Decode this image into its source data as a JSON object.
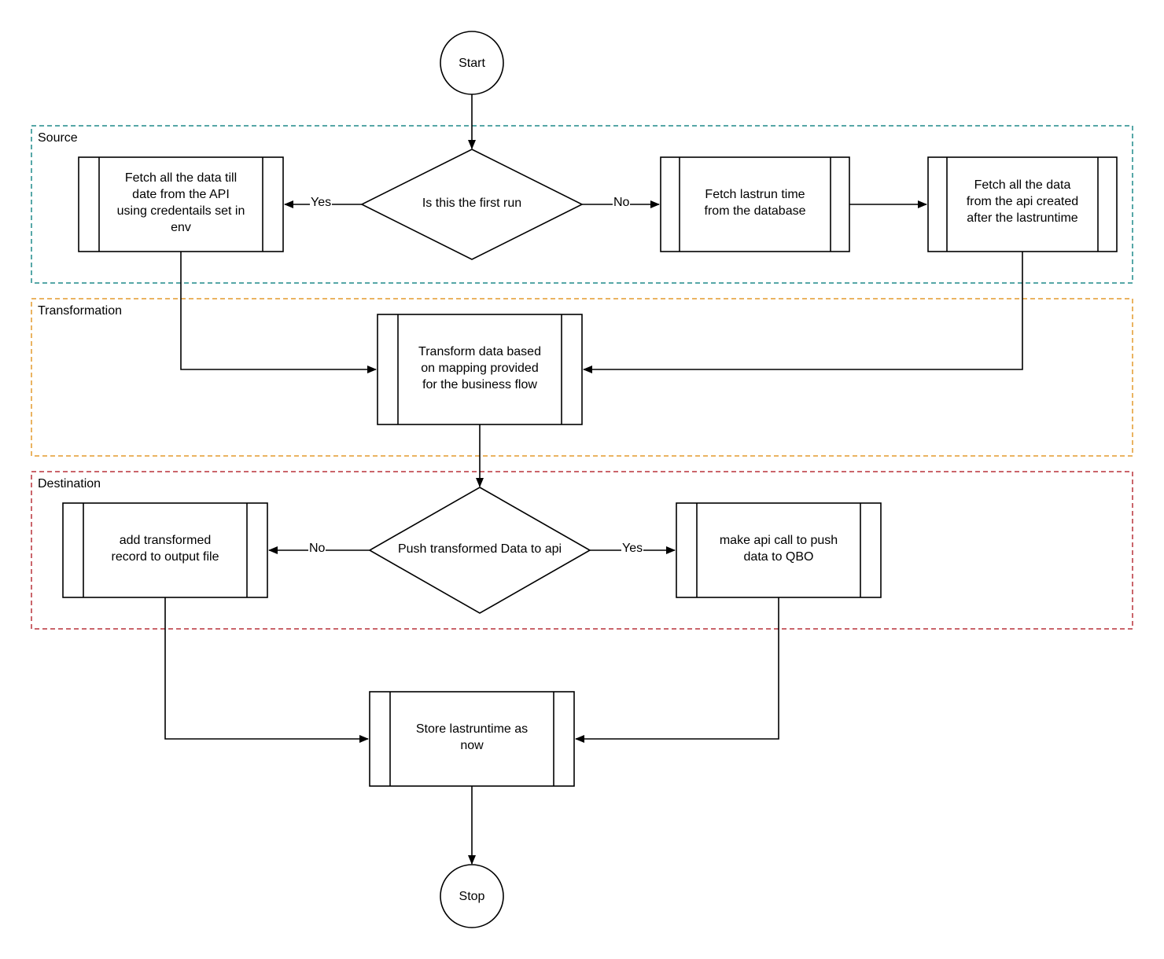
{
  "lanes": {
    "source": "Source",
    "transformation": "Transformation",
    "destination": "Destination"
  },
  "lane_colors": {
    "source": "#1f8a8a",
    "transformation": "#e39a2d",
    "destination": "#b8323a"
  },
  "nodes": {
    "start": "Start",
    "first_run": "Is this the first run",
    "fetch_all": "Fetch all the data till\ndate from the API\nusing credentails set in\nenv",
    "fetch_lastrun": "Fetch lastrun time\nfrom the database",
    "fetch_after": "Fetch all the data\nfrom the api created\nafter the lastruntime",
    "transform": "Transform data based\non mapping provided\nfor the business flow",
    "push_decision": "Push transformed Data to api",
    "add_output": "add transformed\nrecord to output file",
    "api_call": "make api call to push\ndata to QBO",
    "store": "Store lastruntime as\nnow",
    "stop": "Stop"
  },
  "edge_labels": {
    "first_yes": "Yes",
    "first_no": "No",
    "push_no": "No",
    "push_yes": "Yes"
  }
}
